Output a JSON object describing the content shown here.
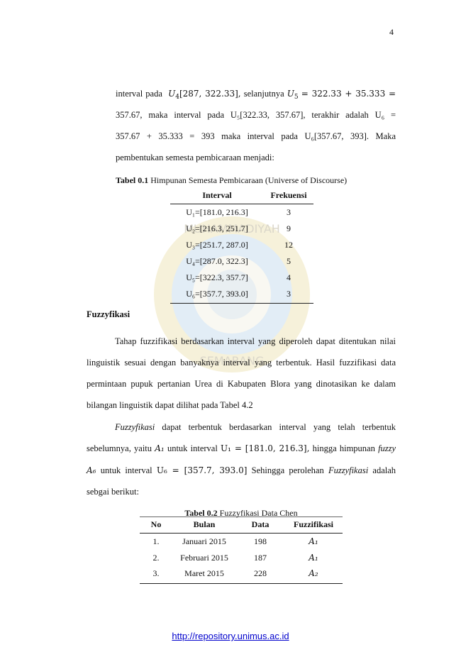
{
  "page_number": "4",
  "para1": {
    "line1_a": "interval pada",
    "line1_b": "U",
    "line1_b_sub": "4",
    "line1_c": "[287, 322.33],",
    "line1_d": "selanjutnya",
    "line1_e": "U",
    "line1_e_sub": "5",
    "line1_f": "= 322.33 + 35.333 =",
    "line2": "357.67, maka interval pada U₅[322.33, 357.67], terakhir adalah U₆ =",
    "line3": "357.67 + 35.333 = 393 maka interval pada U₆[357.67, 393]. Maka",
    "line4": "pembentukan semesta pembicaraan menjadi:"
  },
  "table1": {
    "caption_bold": "Tabel 0.1",
    "caption_text": "Himpunan Semesta Pembicaraan (Universe of Discourse)",
    "headers": [
      "Interval",
      "Frekuensi"
    ],
    "rows": [
      [
        "U₁=[181.0, 216.3]",
        "3"
      ],
      [
        "U₂=[216.3, 251.7]",
        "9"
      ],
      [
        "U₃=[251.7, 287.0]",
        "12"
      ],
      [
        "U₄=[287.0, 322.3]",
        "5"
      ],
      [
        "U₅=[322.3, 357.7]",
        "4"
      ],
      [
        "U₆=[357.7, 393.0]",
        "3"
      ]
    ]
  },
  "section_heading": "Fuzzyfikasi",
  "para2": {
    "line1": "Tahap fuzzifikasi berdasarkan interval yang diperoleh dapat ditentukan nilai",
    "line2": "linguistik sesuai dengan banyaknya interval yang terbentuk. Hasil fuzzifikasi data",
    "line3": "permintaan pupuk pertanian Urea di Kabupaten Blora yang dinotasikan ke dalam",
    "line4": "bilangan linguistik dapat dilihat pada Tabel 4.2"
  },
  "para3": {
    "line1_it": "Fuzzyfikasi",
    "line1_rest": "dapat terbentuk berdasarkan interval yang telah terbentuk",
    "line2_a": "sebelumnya, yaitu",
    "line2_b": "A₁",
    "line2_c": "untuk interval",
    "line2_d": "U₁ = [181.0, 216.3],",
    "line2_e": "hingga himpunan",
    "line2_f": "fuzzy",
    "line3_a": "A₆",
    "line3_b": "untuk interval",
    "line3_c": "U₆ = [357.7, 393.0]",
    "line3_d": "Sehingga perolehan",
    "line3_e": "Fuzzyfikasi",
    "line3_f": "adalah",
    "line4": "sebgai berikut:"
  },
  "table2": {
    "caption_bold": "Tabel 0.2",
    "caption_text": "Fuzzyfikasi Data Chen",
    "headers": [
      "No",
      "Bulan",
      "Data",
      "Fuzzifikasi"
    ],
    "rows": [
      [
        "1.",
        "Januari 2015",
        "198",
        "A₁"
      ],
      [
        "2.",
        "Februari 2015",
        "187",
        "A₁"
      ],
      [
        "3.",
        "Maret 2015",
        "228",
        "A₂"
      ]
    ]
  },
  "footer_link": "http://repository.unimus.ac.id",
  "colors": {
    "link": "#0000cc",
    "watermark": "#c9b24a"
  }
}
